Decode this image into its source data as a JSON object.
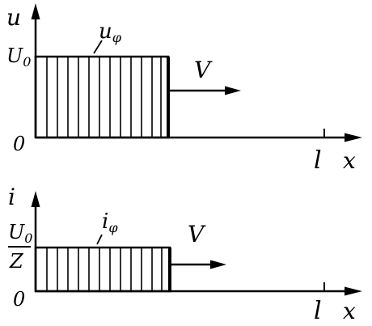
{
  "top_diagram": {
    "axis_y_label": "u",
    "axis_x_label": "x",
    "level_label": "U",
    "level_subscript": "0",
    "origin_label": "0",
    "length_label": "l",
    "wave_label": "u",
    "wave_subscript": "φ",
    "velocity_label": "V"
  },
  "bottom_diagram": {
    "axis_y_label": "i",
    "axis_x_label": "x",
    "level_numerator": "U",
    "level_numerator_subscript": "0",
    "level_denominator": "Z",
    "origin_label": "0",
    "length_label": "l",
    "wave_label": "i",
    "wave_subscript": "φ",
    "velocity_label": "V"
  },
  "colors": {
    "ink": "#000000",
    "background": "#ffffff"
  }
}
